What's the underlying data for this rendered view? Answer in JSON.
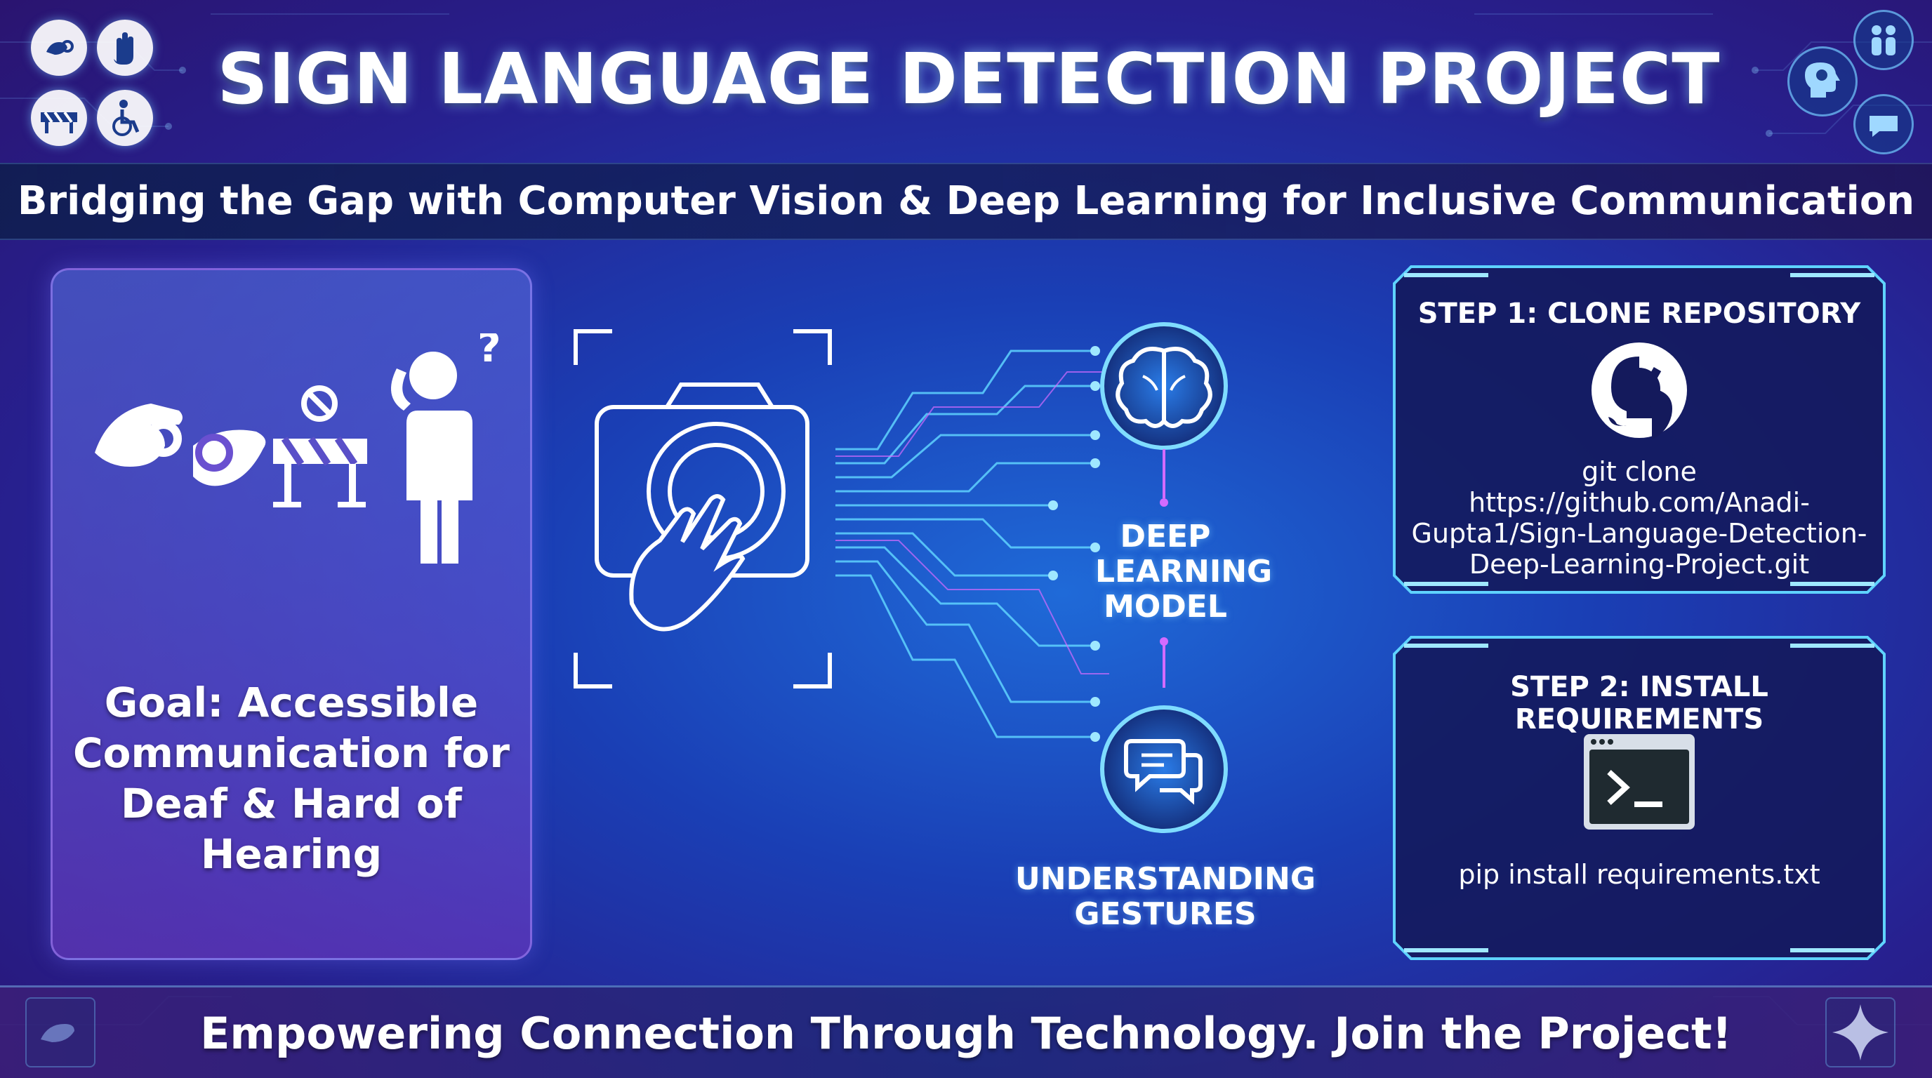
{
  "header": {
    "title": "SIGN LANGUAGE DETECTION PROJECT",
    "subtitle": "Bridging the Gap with Computer Vision & Deep Learning for Inclusive Communication"
  },
  "goal_panel": {
    "text": "Goal: Accessible Communication for Deaf & Hard of Hearing"
  },
  "diagram": {
    "node_model_label": "DEEP LEARNING MODEL",
    "node_gestures_label": "UNDERSTANDING GESTURES"
  },
  "steps": [
    {
      "title": "STEP 1: CLONE REPOSITORY",
      "command": "git clone https://github.com/Anadi-Gupta1/Sign-Language-Detection-Deep-Learning-Project.git"
    },
    {
      "title": "STEP 2: INSTALL REQUIREMENTS",
      "command": "pip install requirements.txt"
    }
  ],
  "footer": {
    "text": "Empowering Connection Through Technology. Join the Project!"
  },
  "icons": {
    "top_left": [
      "sign-language-icon",
      "raised-hand-icon",
      "barrier-icon",
      "wheelchair-icon"
    ],
    "top_right": [
      "people-icon",
      "head-brain-icon",
      "speech-bubble-icon"
    ],
    "goal": [
      "sign-language-hands-icon",
      "no-entry-barrier-icon",
      "confused-person-icon"
    ],
    "center": [
      "camera-hand-icon",
      "brain-icon",
      "chat-bubbles-icon"
    ],
    "steps": [
      "github-icon",
      "terminal-icon"
    ]
  },
  "colors": {
    "accent_cyan": "#5fd3ff",
    "neon_pink": "#d36bff",
    "panel_dark": "#141a5c"
  }
}
